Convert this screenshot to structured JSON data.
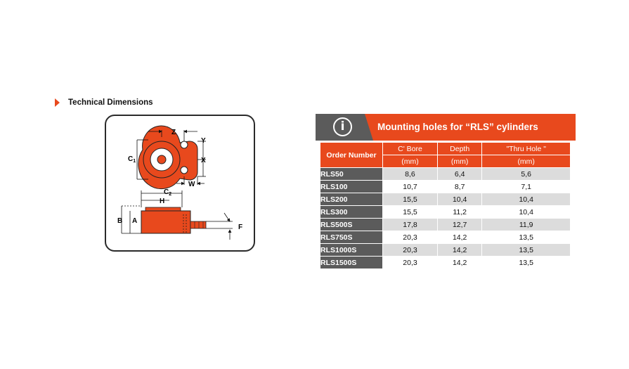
{
  "section": {
    "title": "Technical Dimensions"
  },
  "diagram": {
    "labels": {
      "z": "Z",
      "y": "Y",
      "c1": "C",
      "c1_sub": "1",
      "x": "X",
      "w": "W",
      "c2": "C",
      "c2_sub": "2",
      "h": "H",
      "b": "B",
      "a": "A",
      "f": "F"
    }
  },
  "table": {
    "title": "Mounting holes for “RLS” cylinders",
    "info_icon": "info-icon",
    "headers": {
      "order": "Order Number",
      "cbore": "C' Bore",
      "depth": "Depth",
      "thru": "\"Thru Hole \""
    },
    "units": {
      "cbore": "(mm)",
      "depth": "(mm)",
      "thru": "(mm)"
    },
    "rows": [
      {
        "model": "RLS50",
        "cbore": "8,6",
        "depth": "6,4",
        "thru": "5,6"
      },
      {
        "model": "RLS100",
        "cbore": "10,7",
        "depth": "8,7",
        "thru": "7,1"
      },
      {
        "model": "RLS200",
        "cbore": "15,5",
        "depth": "10,4",
        "thru": "10,4"
      },
      {
        "model": "RLS300",
        "cbore": "15,5",
        "depth": "11,2",
        "thru": "10,4"
      },
      {
        "model": "RLS500S",
        "cbore": "17,8",
        "depth": "12,7",
        "thru": "11,9"
      },
      {
        "model": "RLS750S",
        "cbore": "20,3",
        "depth": "14,2",
        "thru": "13,5"
      },
      {
        "model": "RLS1000S",
        "cbore": "20,3",
        "depth": "14,2",
        "thru": "13,5"
      },
      {
        "model": "RLS1500S",
        "cbore": "20,3",
        "depth": "14,2",
        "thru": "13,5"
      }
    ]
  },
  "colors": {
    "accent": "#e8491d",
    "dark": "#5b5b5b",
    "shade": "#dcdcdc"
  }
}
